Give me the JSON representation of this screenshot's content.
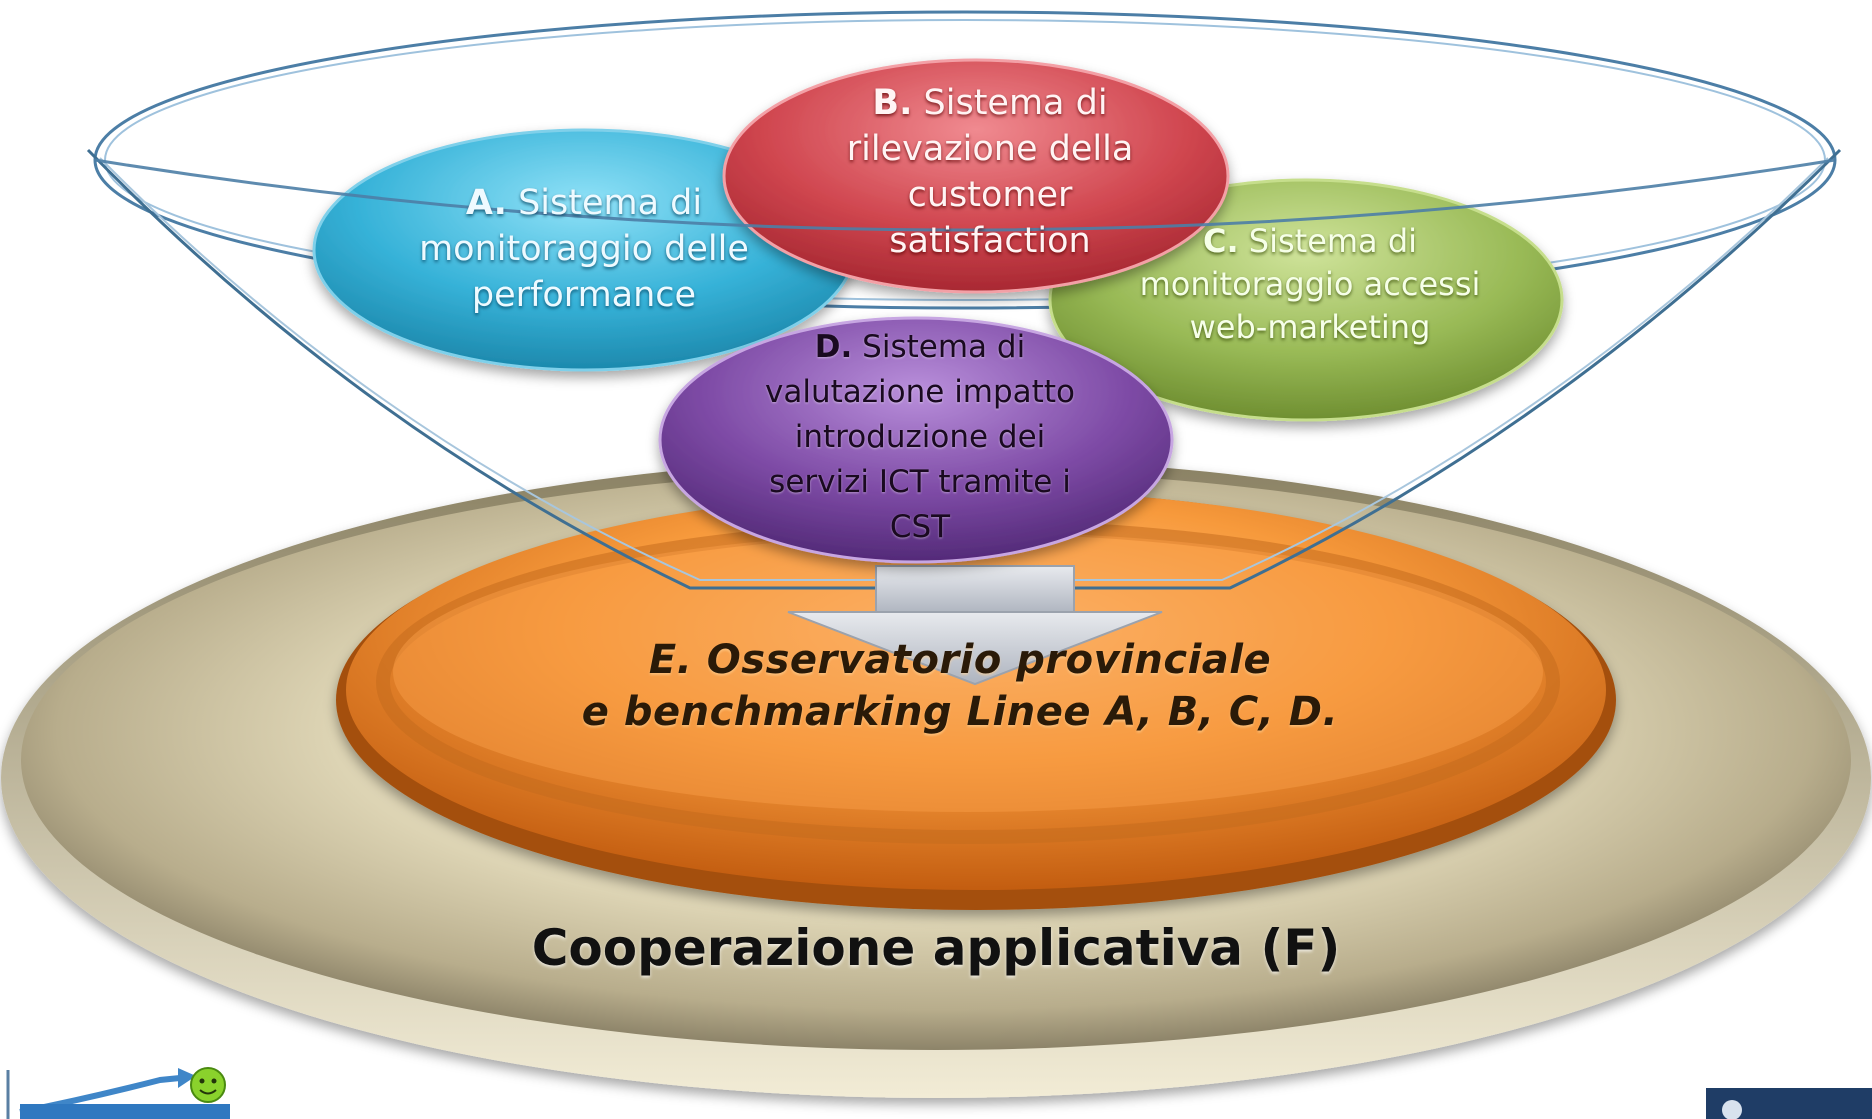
{
  "nodes": {
    "a": {
      "letter": "A.",
      "lines": [
        "Sistema di",
        "monitoraggio delle",
        "performance"
      ]
    },
    "b": {
      "letter": "B.",
      "lines": [
        "Sistema di",
        "rilevazione della",
        "customer",
        "satisfaction"
      ]
    },
    "c": {
      "letter": "C.",
      "lines": [
        "Sistema di",
        "monitoraggio accessi",
        "web-marketing"
      ]
    },
    "d": {
      "letter": "D.",
      "lines": [
        "Sistema di",
        "valutazione impatto",
        "introduzione dei",
        "servizi ICT tramite i",
        "CST"
      ]
    }
  },
  "observatory": {
    "lines": [
      "E. Osservatorio provinciale",
      "e benchmarking Linee A, B, C, D."
    ]
  },
  "base": {
    "label": "Cooperazione applicativa (F)"
  },
  "colors": {
    "a": "#3fb4d6",
    "b": "#d0464f",
    "c": "#92b44e",
    "d": "#7a4aa0",
    "e": "#f08a2a",
    "base": "#cfc6a6",
    "funnel": "#3f6f92"
  },
  "icons": {
    "bottom_left": "growth-chart-logo-icon",
    "bottom_right": "institution-logo-icon"
  }
}
